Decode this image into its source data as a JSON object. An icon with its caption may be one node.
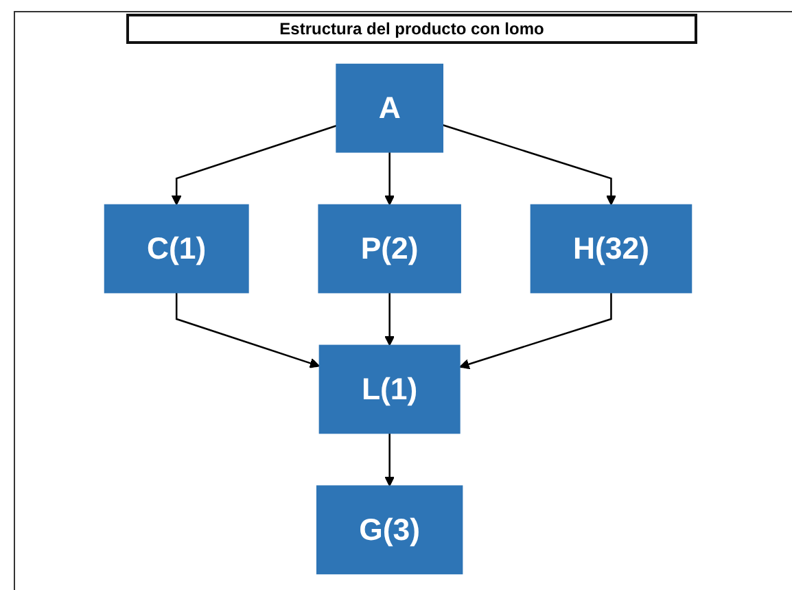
{
  "diagram": {
    "title": "Estructura del producto con lomo",
    "nodes": [
      {
        "text": [
          "A"
        ]
      },
      {
        "text": [
          "C(1)"
        ]
      },
      {
        "text": [
          "P(2)"
        ]
      },
      {
        "text": [
          "H(32)"
        ]
      },
      {
        "text": [
          "L(1)"
        ]
      },
      {
        "text": [
          "G(3)"
        ]
      }
    ],
    "edges": [
      {
        "from": 0,
        "to": 1,
        "arrow": "to"
      },
      {
        "from": 0,
        "to": 2,
        "arrow": "to"
      },
      {
        "from": 0,
        "to": 3,
        "arrow": "to"
      },
      {
        "from": 1,
        "to": 4,
        "arrow": "to"
      },
      {
        "from": 2,
        "to": 4,
        "arrow": "to"
      },
      {
        "from": 3,
        "to": 4,
        "arrow": "to"
      },
      {
        "from": 4,
        "to": 5,
        "arrow": "to"
      }
    ]
  }
}
